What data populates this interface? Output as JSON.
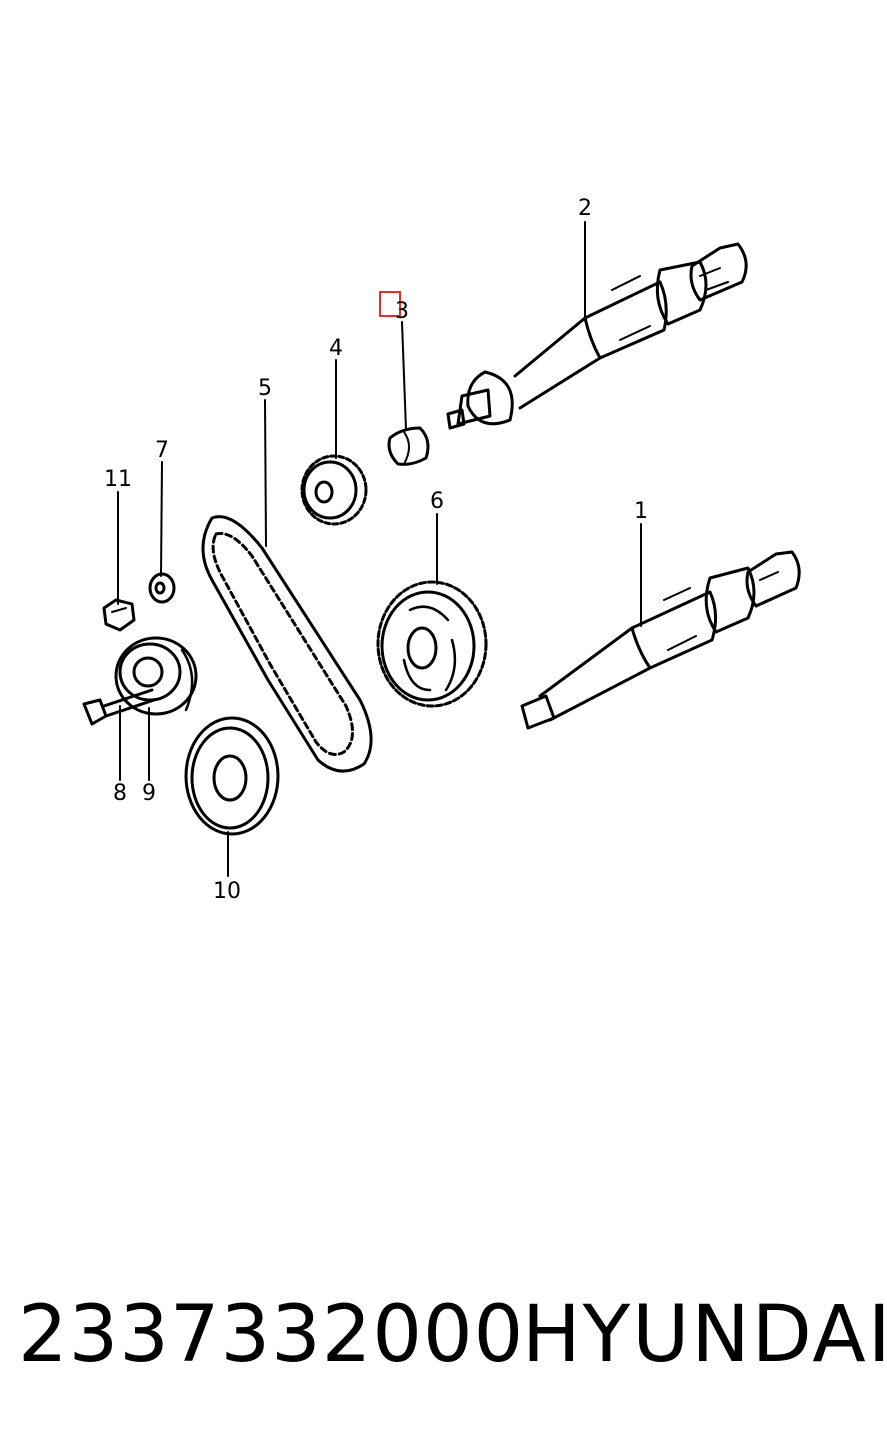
{
  "callouts": {
    "c1": "1",
    "c2": "2",
    "c3": "3",
    "c4": "4",
    "c5": "5",
    "c6": "6",
    "c7": "7",
    "c8": "8",
    "c9": "9",
    "c10": "10",
    "c11": "11"
  },
  "footer": {
    "part_number": "2337332000",
    "brand": "HYUNDAI"
  },
  "colors": {
    "ink": "#000000",
    "highlight": "#e03030",
    "background": "#ffffff"
  }
}
